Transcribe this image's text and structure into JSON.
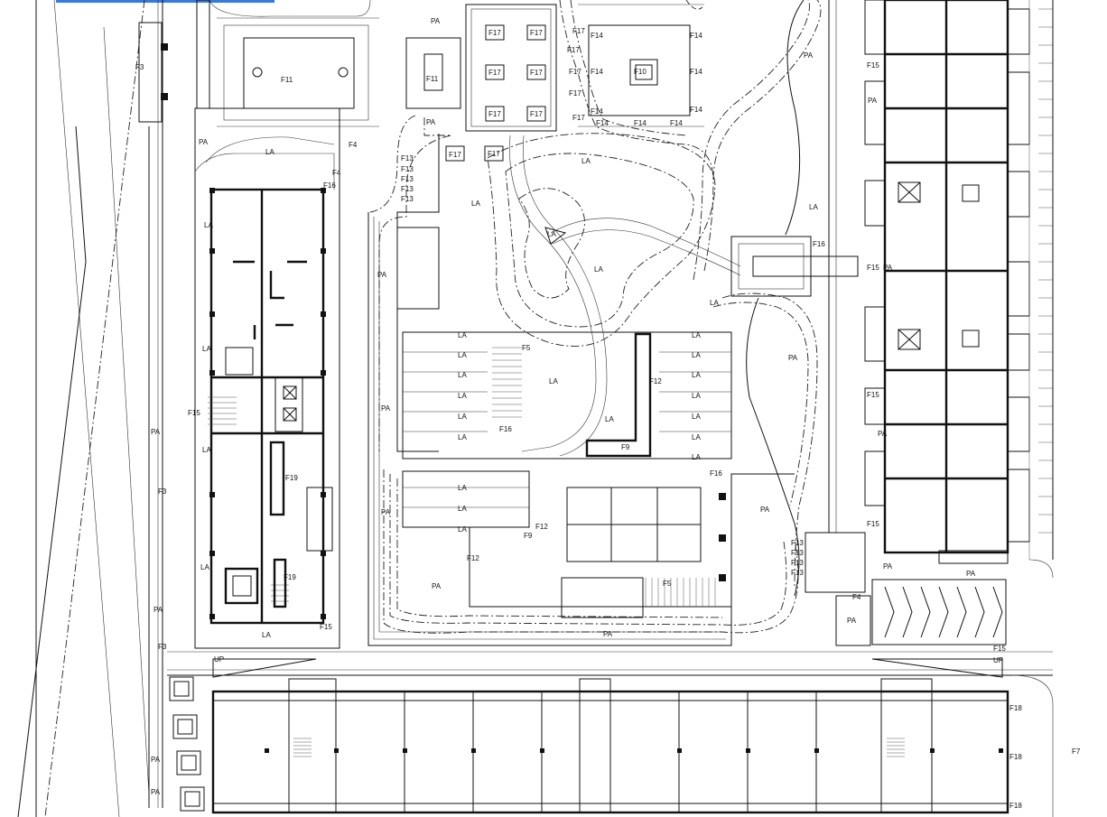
{
  "labels": {
    "PA": "PA",
    "LA": "LA",
    "F3": "F3",
    "F4": "F4",
    "F5": "F5",
    "F7": "F7",
    "F9": "F9",
    "F10": "F10",
    "F11": "F11",
    "F12": "F12",
    "F13": "F13",
    "F14": "F14",
    "F15": "F15",
    "F16": "F16",
    "F17": "F17",
    "F18": "F18",
    "F19": "F19",
    "UP": "UP"
  },
  "colors": {
    "line": "#111111",
    "accent": "#3b78d8"
  }
}
